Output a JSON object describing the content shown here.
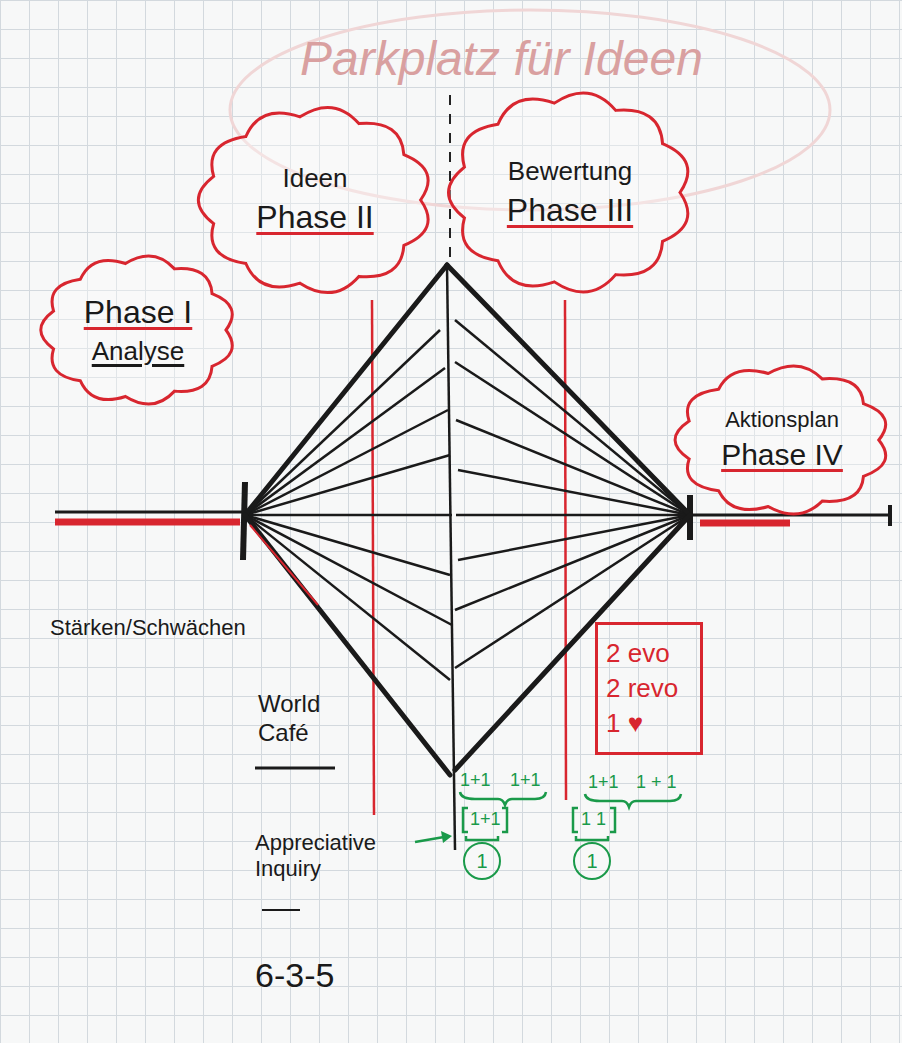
{
  "diagram": {
    "nodes": [
      {
        "text": [
          "Phase I",
          "Analyse"
        ]
      },
      {
        "text": [
          "Ideen",
          "Phase II"
        ]
      },
      {
        "text": [
          "Bewertung",
          "Phase III"
        ]
      },
      {
        "text": [
          "Aktionsplan",
          "Phase IV"
        ]
      },
      {
        "text": [
          "2 evo",
          "2 revo",
          "1 ♥"
        ]
      },
      {
        "text": [
          "1"
        ]
      },
      {
        "text": [
          "1"
        ]
      }
    ],
    "labels": [
      "Parkplatz für Ideen",
      "Stärken/Schwächen",
      "World Café",
      "Appreciative Inquiry",
      "6-3-5",
      "1+1",
      "1+1",
      "1+1",
      "1 + 1",
      "1+1",
      "1 1"
    ]
  }
}
